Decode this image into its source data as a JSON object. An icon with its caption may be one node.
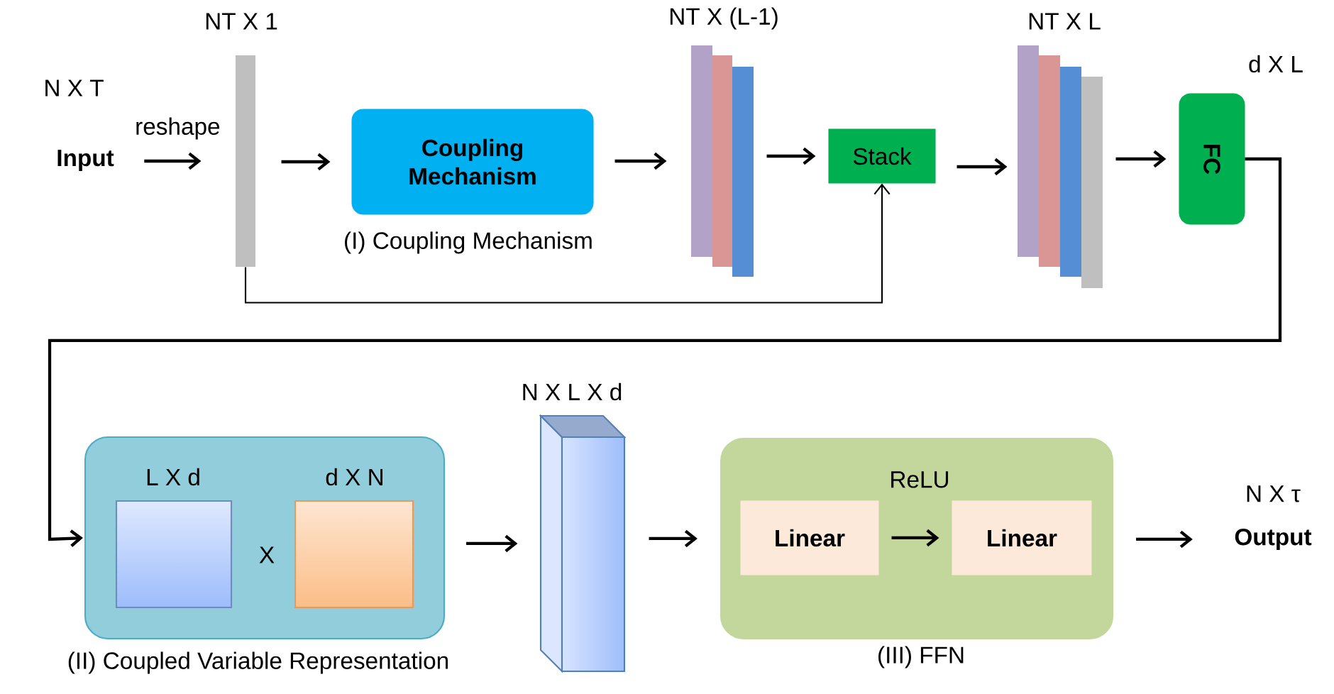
{
  "diagram": {
    "nodes": [
      {
        "text": [
          "Input"
        ],
        "beside": [
          "N X T"
        ]
      },
      {
        "text": [],
        "shape": "bar",
        "beside": [
          "NT X 1"
        ]
      },
      {
        "text": [
          "Coupling Mechanism"
        ],
        "beside": [
          "(I) Coupling Mechanism"
        ]
      },
      {
        "text": [],
        "shape": "bar",
        "beside": [
          "NT X (L-1)"
        ]
      },
      {
        "text": [
          "Stack"
        ]
      },
      {
        "text": [],
        "shape": "bar",
        "beside": [
          "NT X L"
        ]
      },
      {
        "text": [
          "FC"
        ],
        "beside": [
          "d X L"
        ]
      },
      {
        "text": [],
        "shape": "box",
        "beside": [
          "(II) Coupled Variable Representation"
        ]
      },
      {
        "text": [],
        "shape": "box",
        "in": 7,
        "beside": [
          "L X d"
        ]
      },
      {
        "text": [],
        "shape": "box",
        "in": 7,
        "beside": [
          "d X N"
        ]
      },
      {
        "text": [],
        "shape": "box",
        "beside": [
          "N X L X d"
        ]
      },
      {
        "text": [
          "ReLU"
        ],
        "beside": [
          "(III) FFN"
        ]
      },
      {
        "text": [
          "Linear"
        ],
        "in": 11
      },
      {
        "text": [
          "Linear"
        ],
        "in": 11
      },
      {
        "text": [
          "Output"
        ],
        "beside": [
          "N X τ"
        ]
      }
    ],
    "edges": [
      {
        "from": 0,
        "to": 1,
        "arrow": "to",
        "label": "reshape"
      },
      {
        "from": 1,
        "to": 2,
        "arrow": "to"
      },
      {
        "from": 2,
        "to": 3,
        "arrow": "to"
      },
      {
        "from": 3,
        "to": 4,
        "arrow": "to"
      },
      {
        "from": 1,
        "to": 4,
        "arrow": "to"
      },
      {
        "from": 4,
        "to": 5,
        "arrow": "to"
      },
      {
        "from": 5,
        "to": 6,
        "arrow": "to"
      },
      {
        "from": 6,
        "to": 7,
        "arrow": "to"
      },
      {
        "from": 7,
        "to": 10,
        "arrow": "to"
      },
      {
        "from": 10,
        "to": 11,
        "arrow": "to"
      },
      {
        "from": 12,
        "to": 13,
        "arrow": "to"
      },
      {
        "from": 11,
        "to": 14,
        "arrow": "to"
      }
    ],
    "labels": [
      "X"
    ]
  }
}
